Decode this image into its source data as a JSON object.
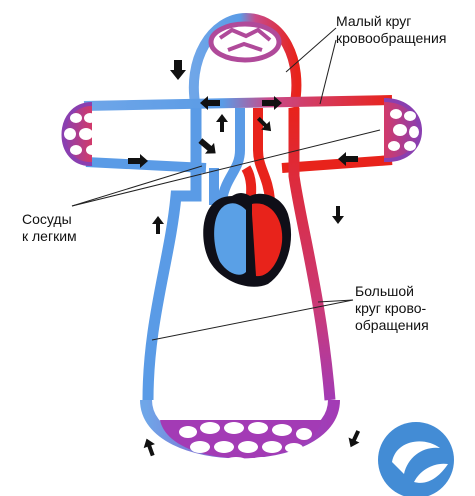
{
  "labels": {
    "pulmonary_circulation": {
      "line1": "Малый круг",
      "line2": "кровообращения"
    },
    "lung_vessels": {
      "line1": "Сосуды",
      "line2": "к легким"
    },
    "systemic_circulation": {
      "line1": "Большой",
      "line2": "круг крово-",
      "line3": "обращения"
    }
  },
  "colors": {
    "venous_blood": "#5aa0e6",
    "arterial_blood": "#e8231b",
    "capillary_bed": "#a33bb5",
    "heart_outline": "#0f0f18",
    "arrow": "#111111",
    "logo": "#2f7fd0"
  },
  "icons": {
    "flow_arrow": "arrow-icon",
    "heart": "heart-icon",
    "logo": "logo-icon"
  }
}
